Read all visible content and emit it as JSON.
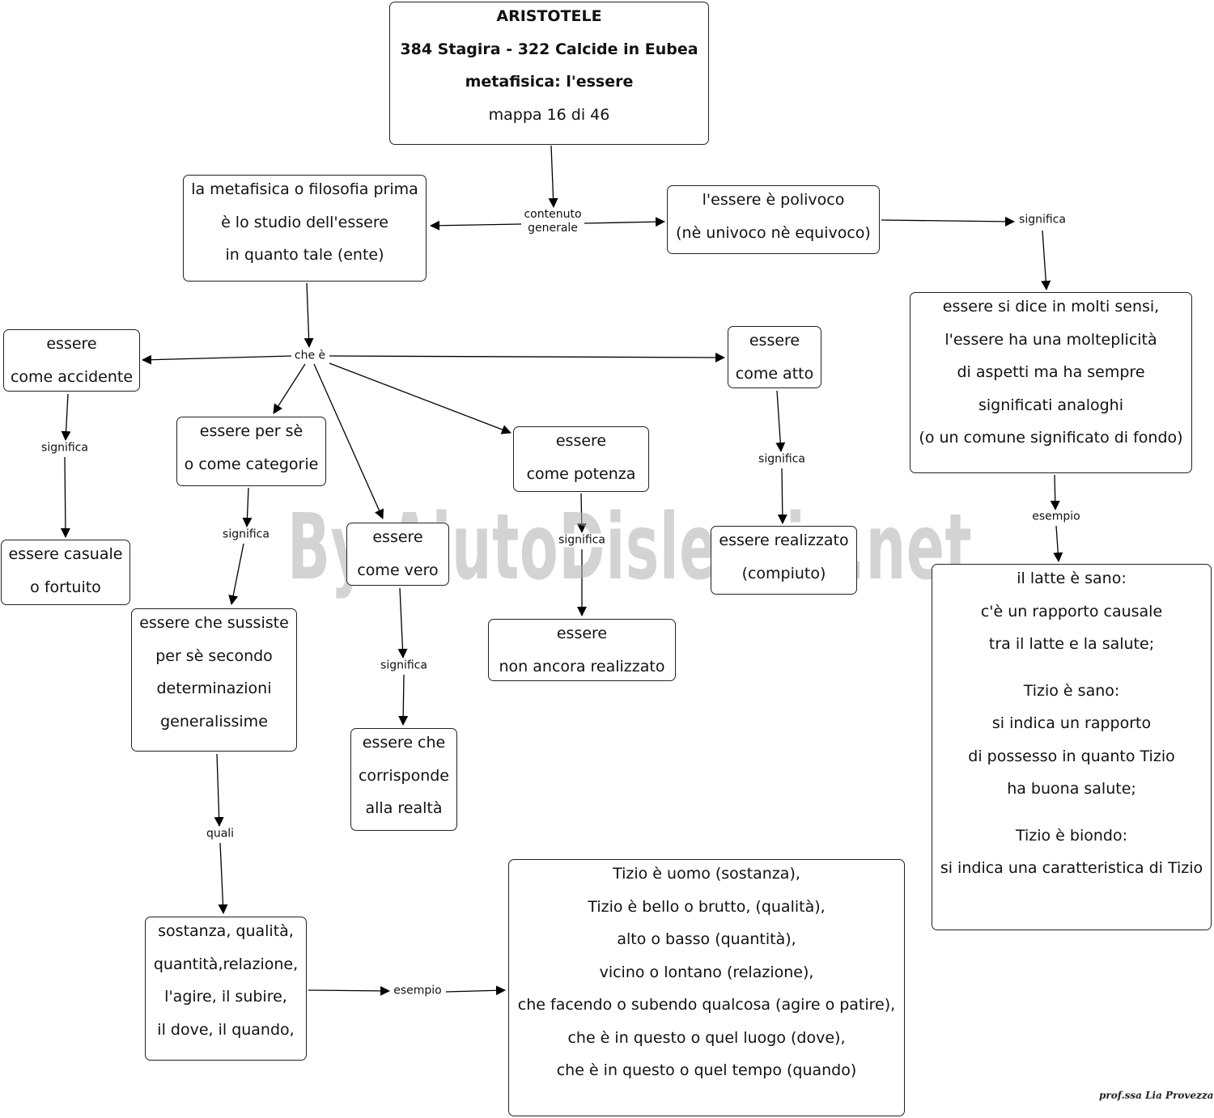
{
  "nodes": {
    "title": [
      "ARISTOTELE",
      "384 Stagira - 322 Calcide in Eubea",
      "metafisica: l'essere",
      "mappa 16 di 46"
    ],
    "metafisica": [
      "la metafisica o filosofia prima",
      "è lo studio dell'essere",
      "in quanto tale (ente)"
    ],
    "polivoco": [
      "l'essere è polivoco",
      "(nè univoco nè equivoco)"
    ],
    "molti_sensi": [
      "essere si dice in molti sensi,",
      "l'essere ha una molteplicità",
      "di aspetti ma ha sempre",
      "significati analoghi",
      "(o un comune significato di fondo)"
    ],
    "accidente": [
      "essere",
      "come accidente"
    ],
    "casuale": [
      "essere casuale",
      "o fortuito"
    ],
    "per_se": [
      "essere per sè",
      "o come categorie"
    ],
    "sussiste": [
      "essere che sussiste",
      "per sè secondo",
      "determinazioni",
      "generalissime"
    ],
    "categorie": [
      "sostanza, qualità,",
      "quantità,relazione,",
      "l'agire, il subire,",
      "il dove, il quando,"
    ],
    "esempi_categorie": [
      "Tizio è uomo (sostanza),",
      "Tizio è bello o brutto, (qualità),",
      "alto o basso (quantità),",
      "vicino o lontano (relazione),",
      "che facendo o subendo qualcosa (agire o patire),",
      "che è in questo o quel luogo (dove),",
      "che è in questo o quel tempo (quando)"
    ],
    "vero": [
      "essere",
      "come vero"
    ],
    "realta": [
      "essere che",
      "corrisponde",
      "alla realtà"
    ],
    "potenza": [
      "essere",
      "come potenza"
    ],
    "non_realizzato": [
      "essere",
      "non ancora realizzato"
    ],
    "atto": [
      "essere",
      "come atto"
    ],
    "realizzato": [
      "essere realizzato",
      "(compiuto)"
    ],
    "latte": [
      "il latte è sano:",
      "c'è un rapporto causale",
      "tra il latte e la salute;",
      "",
      "Tizio è sano:",
      "si indica un rapporto",
      "di possesso in quanto Tizio",
      "ha buona salute;",
      "",
      "Tizio è biondo:",
      "si indica una caratteristica di Tizio"
    ]
  },
  "labels": {
    "contenuto": [
      "contenuto",
      "generale"
    ],
    "che_e": "che è",
    "significa": "significa",
    "quali": "quali",
    "esempio": "esempio"
  },
  "watermark": "By AiutoDislessia.net",
  "signature": "prof.ssa Lia Provezza"
}
